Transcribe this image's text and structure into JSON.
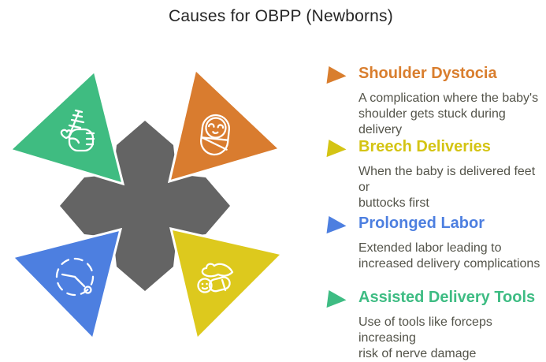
{
  "title": "Causes for OBPP (Newborns)",
  "diagram": {
    "center_shape": "four-pointed-cross",
    "center_color": "#646464",
    "segments": [
      {
        "name": "assisted-delivery-tools",
        "position": "top-left",
        "color": "#3fbc81",
        "icon": "fist-holding-instrument-icon"
      },
      {
        "name": "shoulder-dystocia",
        "position": "top-right",
        "color": "#d97c2f",
        "icon": "swaddled-baby-icon"
      },
      {
        "name": "prolonged-labor",
        "position": "bottom-left",
        "color": "#4d7fe0",
        "icon": "clock-icon"
      },
      {
        "name": "breech-deliveries",
        "position": "bottom-right",
        "color": "#ddc91d",
        "icon": "hand-over-baby-icon"
      }
    ]
  },
  "legend": {
    "items": [
      {
        "label": "Shoulder Dystocia",
        "description": "A complication where the baby's\nshoulder gets stuck during delivery",
        "color": "#d97e2e",
        "bullet": "triangle-right"
      },
      {
        "label": "Breech Deliveries",
        "description": "When the baby is delivered feet or\nbuttocks first",
        "color": "#d4c414",
        "bullet": "triangle-right"
      },
      {
        "label": "Prolonged Labor",
        "description": "Extended labor leading to\nincreased delivery complications",
        "color": "#4d7fe0",
        "bullet": "triangle-right"
      },
      {
        "label": "Assisted Delivery Tools",
        "description": "Use of tools like forceps increasing\nrisk of nerve damage",
        "color": "#3ebc83",
        "bullet": "triangle-right"
      }
    ]
  },
  "text_colors": {
    "title": "#262626",
    "description": "#54544a"
  }
}
